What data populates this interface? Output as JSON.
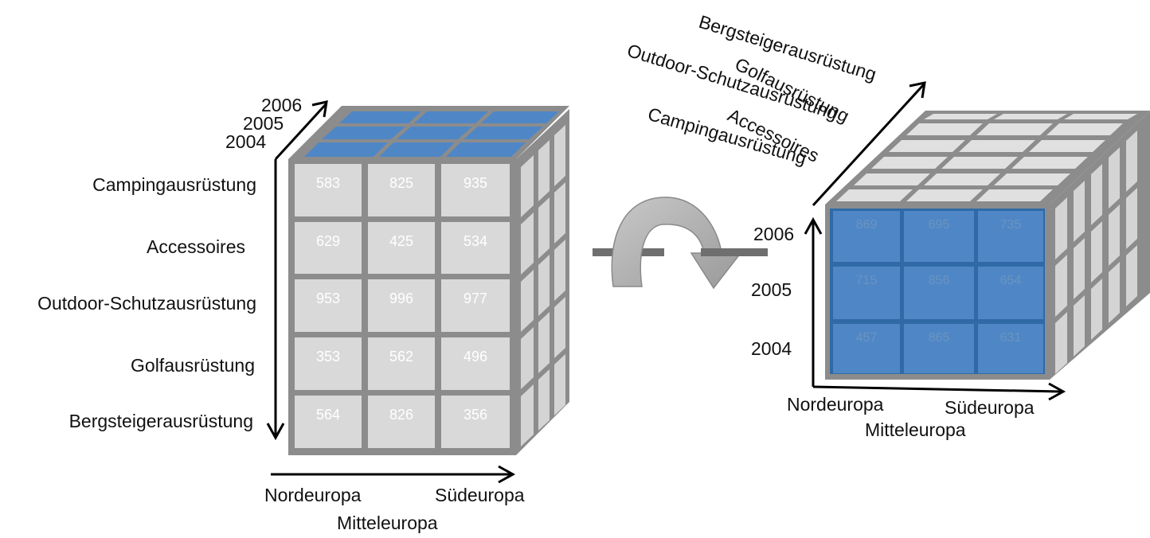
{
  "left_cube": {
    "years": [
      "2006",
      "2005",
      "2004"
    ],
    "products": [
      "Campingausrüstung",
      "Accessoires",
      "Outdoor-Schutzausrüstung",
      "Golfausrüstung",
      "Bergsteigerausrüstung"
    ],
    "regions": {
      "nord": "Nordeuropa",
      "sued": "Südeuropa",
      "mitte": "Mitteleuropa"
    },
    "values": [
      [
        "583",
        "825",
        "935"
      ],
      [
        "629",
        "425",
        "534"
      ],
      [
        "953",
        "996",
        "977"
      ],
      [
        "353",
        "562",
        "496"
      ],
      [
        "564",
        "826",
        "356"
      ]
    ]
  },
  "right_cube": {
    "products": [
      "Bergsteigerausrüstung",
      "Golfausrüstung",
      "Outdoor-Schutzausrüstung",
      "Accessoires",
      "Campingausrüstung"
    ],
    "years": [
      "2006",
      "2005",
      "2004"
    ],
    "regions": {
      "nord": "Nordeuropa",
      "sued": "Südeuropa",
      "mitte": "Mitteleuropa"
    },
    "values": [
      [
        "869",
        "695",
        "735"
      ],
      [
        "715",
        "856",
        "654"
      ],
      [
        "457",
        "865",
        "631"
      ]
    ]
  },
  "colors": {
    "cube_frame": "#8c8c8c",
    "cell_gray": "#d9d9d9",
    "cell_blue": "#4f87c6",
    "arrow_gray": "#a6a6a6"
  }
}
